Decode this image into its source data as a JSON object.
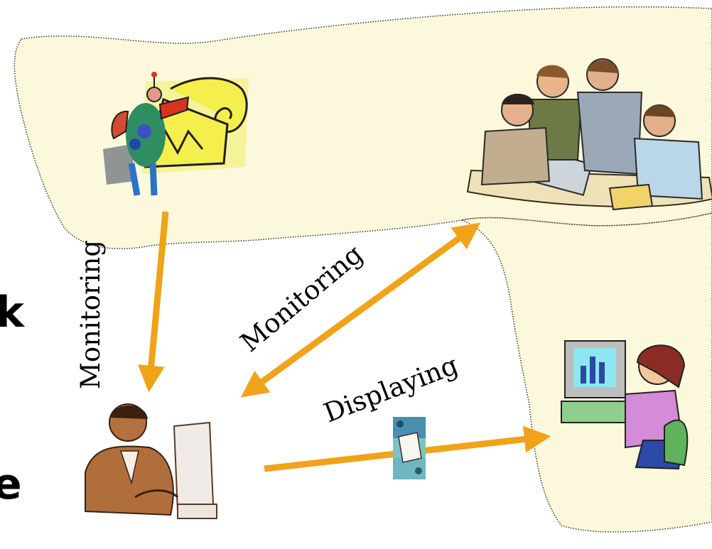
{
  "labels": {
    "monitoring_vertical": "Monitoring",
    "monitoring_diagonal": "Monitoring",
    "displaying": "Displaying"
  },
  "edge_fragments": {
    "top": "k",
    "bottom": "e"
  },
  "colors": {
    "region_fill": "#fbf8dc",
    "region_outline": "#333333",
    "arrow": "#f0a318"
  },
  "icons": {
    "scroll_figure": "person-with-chart-scroll-clipart",
    "team": "business-team-at-laptop-clipart",
    "operator": "man-at-computer-clipart",
    "viewer": "woman-at-computer-clipart",
    "document": "document-card-clipart"
  }
}
